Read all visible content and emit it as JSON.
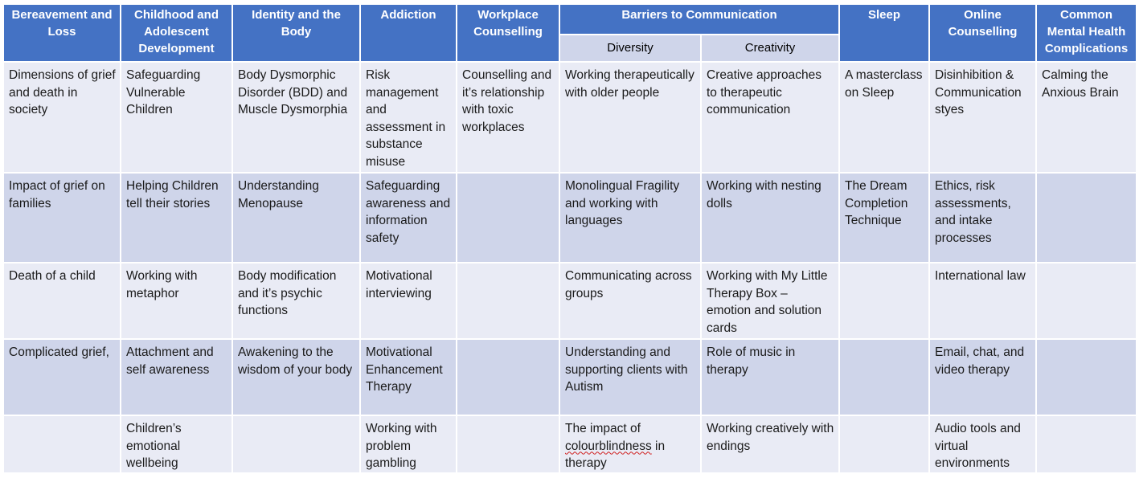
{
  "headers": {
    "bereavement": "Bereavement and Loss",
    "childhood": "Childhood and Adolescent Development",
    "identity": "Identity and the Body",
    "addiction": "Addiction",
    "workplace": "Workplace Counselling",
    "barriers": "Barriers to Communication",
    "diversity": "Diversity",
    "creativity": "Creativity",
    "sleep": "Sleep",
    "online": "Online Counselling",
    "mental_health": "Common Mental Health Complications"
  },
  "rows": [
    [
      "Dimensions of grief and death in society",
      "Safeguarding Vulnerable Children",
      "Body Dysmorphic Disorder (BDD) and Muscle Dysmorphia",
      "Risk management and assessment in substance misuse",
      "Counselling and it’s relationship with toxic workplaces",
      "Working therapeutically with older people",
      "Creative approaches to therapeutic communication",
      "A masterclass on Sleep",
      "Disinhibition & Communication styes",
      "Calming the Anxious Brain"
    ],
    [
      "Impact of grief on families",
      "Helping Children tell their stories",
      "Understanding Menopause",
      "Safeguarding awareness and information safety",
      "",
      "Monolingual Fragility and working with languages",
      "Working with nesting dolls",
      "The Dream Completion Technique",
      "Ethics, risk assessments, and intake processes",
      ""
    ],
    [
      "Death of a child",
      "Working with metaphor",
      "Body modification and it’s psychic functions",
      "Motivational interviewing",
      "",
      "Communicating across groups",
      "Working with My Little Therapy Box – emotion and solution cards",
      "",
      "International law",
      ""
    ],
    [
      "Complicated grief,",
      "Attachment and self awareness",
      "Awakening to the wisdom of your body",
      "Motivational Enhancement Therapy",
      "",
      "Understanding and supporting clients with Autism",
      "Role of music in therapy",
      "",
      "Email, chat, and video  therapy",
      ""
    ],
    [
      "",
      "Children’s emotional wellbeing",
      "",
      "Working with problem gambling",
      "",
      "The impact of colourblindness in therapy",
      "Working creatively with endings",
      "",
      "Audio tools and virtual environments",
      ""
    ]
  ],
  "last_row_diversity_parts": [
    "The impact of ",
    "colourblindness",
    " in therapy"
  ]
}
